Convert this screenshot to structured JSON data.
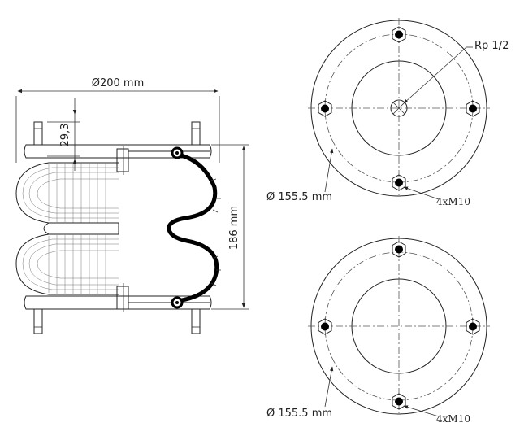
{
  "side_view": {
    "width_dim": "Ø200 mm",
    "height_dim": "186 mm",
    "bolt_dim": "29,3"
  },
  "top_plate": {
    "port_label": "Rp 1/2",
    "circle_dim": "Ø 155.5 mm",
    "bolt_label": "4xM10"
  },
  "bottom_plate": {
    "circle_dim": "Ø 155.5 mm",
    "bolt_label": "4xM10"
  }
}
